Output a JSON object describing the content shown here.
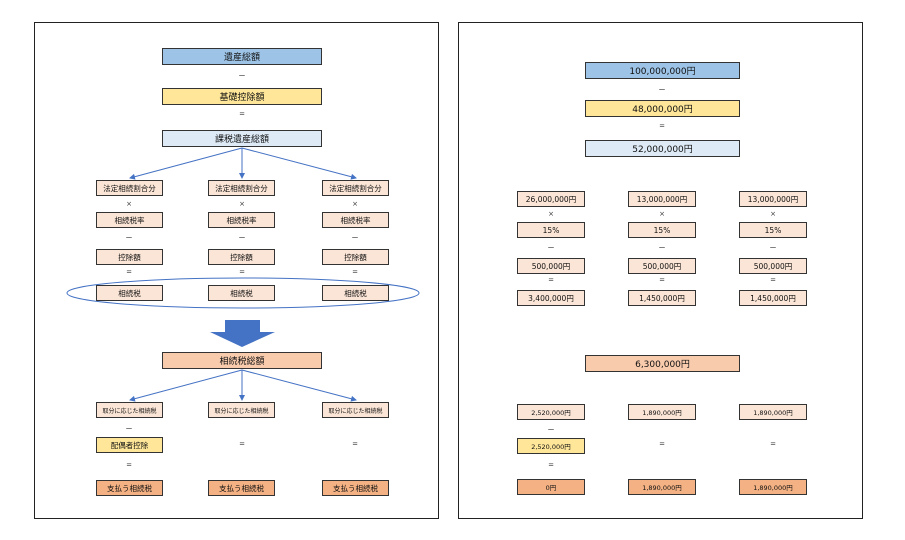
{
  "left": {
    "total_estate": "遺産総額",
    "basic_deduction": "基礎控除額",
    "taxable_estate": "課税遺産総額",
    "columns": [
      {
        "share": "法定相続割合分",
        "rate": "相続税率",
        "deduction": "控除額",
        "tax": "相続税",
        "portion": "取分に応じた相続税",
        "final": "支払う相続税"
      },
      {
        "share": "法定相続割合分",
        "rate": "相続税率",
        "deduction": "控除額",
        "tax": "相続税",
        "portion": "取分に応じた相続税",
        "final": "支払う相続税"
      },
      {
        "share": "法定相続割合分",
        "rate": "相続税率",
        "deduction": "控除額",
        "tax": "相続税",
        "portion": "取分に応じた相続税",
        "final": "支払う相続税"
      }
    ],
    "total_tax": "相続税総額",
    "spouse_deduction": "配偶者控除"
  },
  "right": {
    "total_estate": "100,000,000円",
    "basic_deduction": "48,000,000円",
    "taxable_estate": "52,000,000円",
    "columns": [
      {
        "share": "26,000,000円",
        "rate": "15%",
        "deduction": "500,000円",
        "tax": "3,400,000円",
        "portion": "2,520,000円",
        "final": "0円"
      },
      {
        "share": "13,000,000円",
        "rate": "15%",
        "deduction": "500,000円",
        "tax": "1,450,000円",
        "portion": "1,890,000円",
        "final": "1,890,000円"
      },
      {
        "share": "13,000,000円",
        "rate": "15%",
        "deduction": "500,000円",
        "tax": "1,450,000円",
        "portion": "1,890,000円",
        "final": "1,890,000円"
      }
    ],
    "total_tax": "6,300,000円",
    "spouse_deduction": "2,520,000円"
  },
  "operators": {
    "minus": "ー",
    "equals": "=",
    "times": "×"
  },
  "colors": {
    "blue": "#9dc3e6",
    "yellow": "#ffe699",
    "light": "#deebf7",
    "peach": "#fbe5d6",
    "salmon": "#f8cbad",
    "orange": "#f4b183",
    "arrow": "#4472c4",
    "big_arrow": "#4472c4"
  }
}
